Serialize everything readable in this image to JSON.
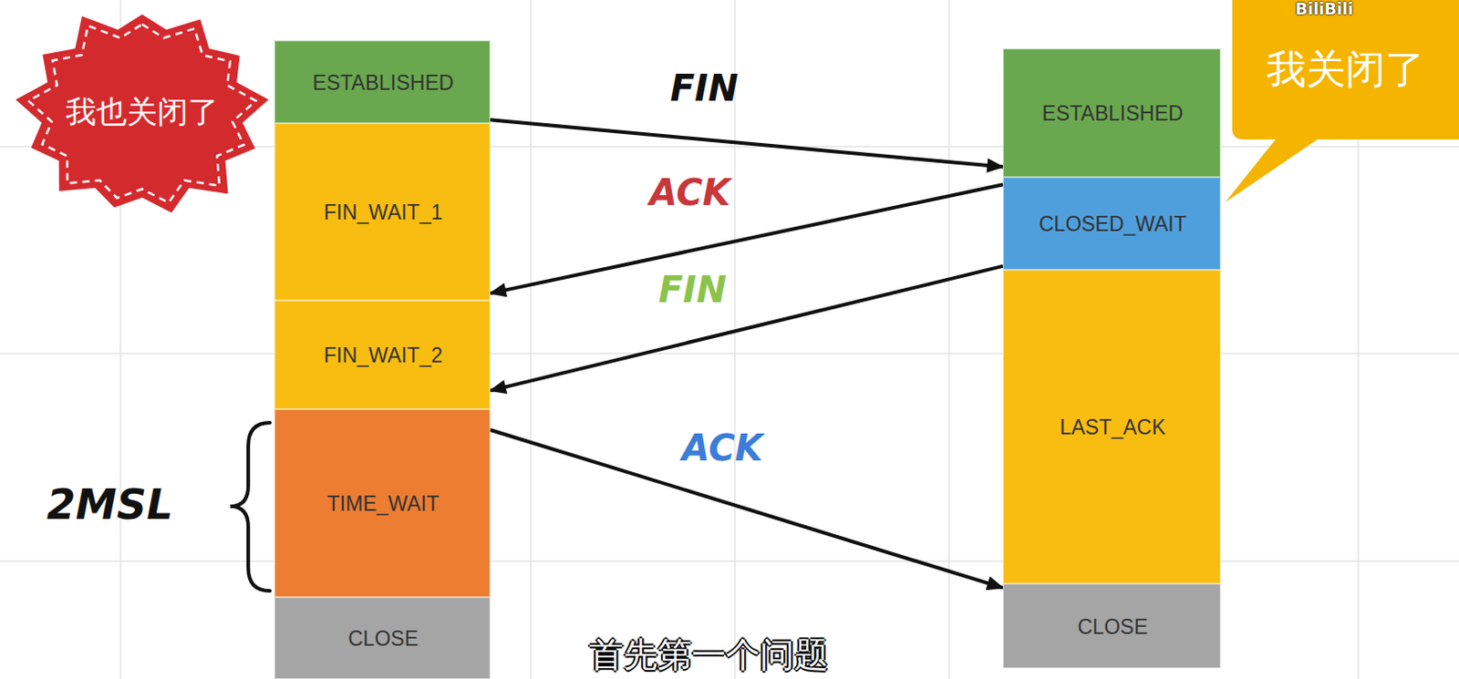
{
  "diagram": {
    "nodes": [
      {
        "text": [
          "我也关闭了"
        ]
      },
      {
        "text": [
          "ESTABLISHED"
        ]
      },
      {
        "text": [
          "FIN_WAIT_1"
        ]
      },
      {
        "text": [
          "FIN_WAIT_2"
        ]
      },
      {
        "text": [
          "TIME_WAIT"
        ]
      },
      {
        "text": [
          "CLOSE"
        ]
      },
      {
        "text": [
          "ESTABLISHED"
        ]
      },
      {
        "text": [
          "CLOSED_WAIT"
        ]
      },
      {
        "text": [
          "LAST_ACK"
        ]
      },
      {
        "text": [
          "CLOSE"
        ]
      },
      {
        "text": [
          "我关闭了"
        ]
      }
    ],
    "edges": [
      {
        "from": 1,
        "to": 6,
        "arrow": "to",
        "label": "FIN"
      },
      {
        "from": 7,
        "to": 2,
        "arrow": "to",
        "label": "ACK"
      },
      {
        "from": 7,
        "to": 3,
        "arrow": "to",
        "label": "FIN"
      },
      {
        "from": 4,
        "to": 9,
        "arrow": "to",
        "label": "ACK"
      }
    ],
    "labels": [
      "2MSL",
      "BiliBili",
      "首先第一个问题"
    ]
  }
}
